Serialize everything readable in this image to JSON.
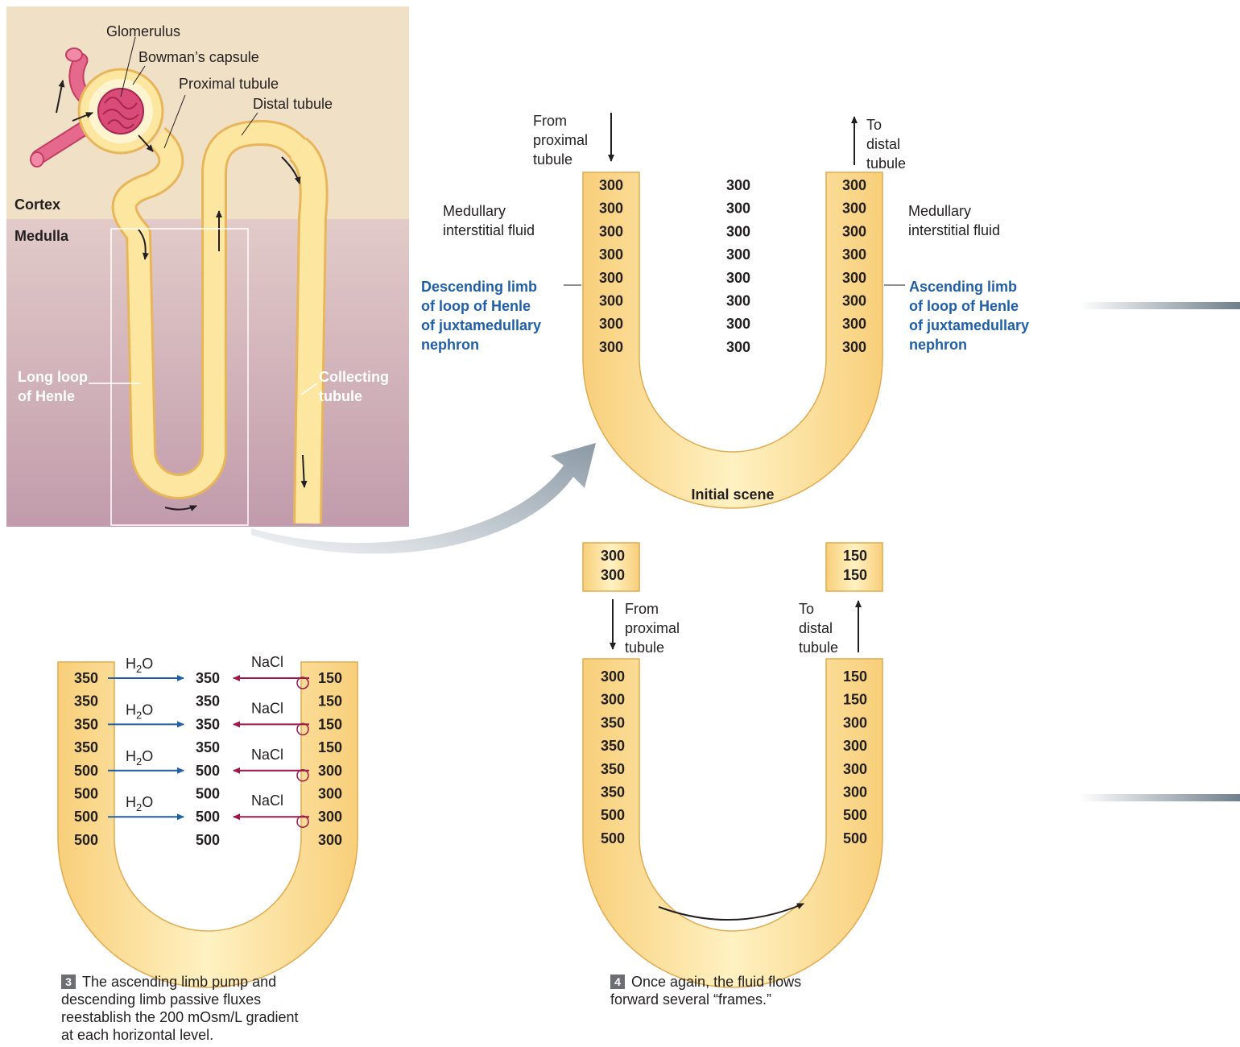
{
  "nephron": {
    "labels": {
      "glomerulus": "Glomerulus",
      "bowmans_capsule": "Bowman’s capsule",
      "proximal_tubule": "Proximal tubule",
      "distal_tubule": "Distal tubule",
      "cortex": "Cortex",
      "medulla": "Medulla",
      "long_loop": [
        "Long loop",
        "of Henle"
      ],
      "collecting": [
        "Collecting",
        "tubule"
      ]
    },
    "colors": {
      "cortex": "#f0e0c6",
      "medulla": "#c9a3b1",
      "tubule": "#fde6a0",
      "tubule_edge": "#e8b55a",
      "vessel": "#e0547a"
    }
  },
  "initial_scene": {
    "caption": "Initial scene",
    "from_label": [
      "From",
      "proximal",
      "tubule"
    ],
    "to_label": [
      "To",
      "distal",
      "tubule"
    ],
    "medullary_left": [
      "Medullary",
      "interstitial fluid"
    ],
    "medullary_right": [
      "Medullary",
      "interstitial fluid"
    ],
    "descending": [
      "Descending limb",
      "of loop of Henle",
      "of juxtamedullary",
      "nephron"
    ],
    "ascending": [
      "Ascending limb",
      "of loop of Henle",
      "of juxtamedullary",
      "nephron"
    ],
    "descending_values": [
      "300",
      "300",
      "300",
      "300",
      "300",
      "300",
      "300",
      "300"
    ],
    "interstitial_values": [
      "300",
      "300",
      "300",
      "300",
      "300",
      "300",
      "300",
      "300"
    ],
    "ascending_values": [
      "300",
      "300",
      "300",
      "300",
      "300",
      "300",
      "300",
      "300"
    ]
  },
  "step3": {
    "number": "3",
    "caption": [
      "The ascending limb pump and",
      "descending limb passive fluxes",
      "reestablish the 200 mOsm/L gradient",
      "at each horizontal level."
    ],
    "descending_values": [
      "350",
      "350",
      "350",
      "350",
      "500",
      "500",
      "500",
      "500"
    ],
    "interstitial_values": [
      "350",
      "350",
      "350",
      "350",
      "500",
      "500",
      "500",
      "500"
    ],
    "ascending_values": [
      "150",
      "150",
      "150",
      "150",
      "300",
      "300",
      "300",
      "300"
    ],
    "water_label": "H",
    "water_sub": "2",
    "water_suffix": "O",
    "salt_label": "NaCl"
  },
  "step4": {
    "number": "4",
    "caption": [
      "Once again, the fluid flows",
      "forward several “frames.”"
    ],
    "top_left_values": [
      "300",
      "300"
    ],
    "top_right_values": [
      "150",
      "150"
    ],
    "from_label": [
      "From",
      "proximal",
      "tubule"
    ],
    "to_label": [
      "To",
      "distal",
      "tubule"
    ],
    "descending_values": [
      "300",
      "300",
      "350",
      "350",
      "350",
      "350",
      "500",
      "500"
    ],
    "ascending_values": [
      "150",
      "150",
      "300",
      "300",
      "300",
      "300",
      "500",
      "500"
    ]
  },
  "colors": {
    "water_arrow": "#1f5fa8",
    "salt_arrow": "#a0174a",
    "label_blue": "#1f5fa8"
  }
}
